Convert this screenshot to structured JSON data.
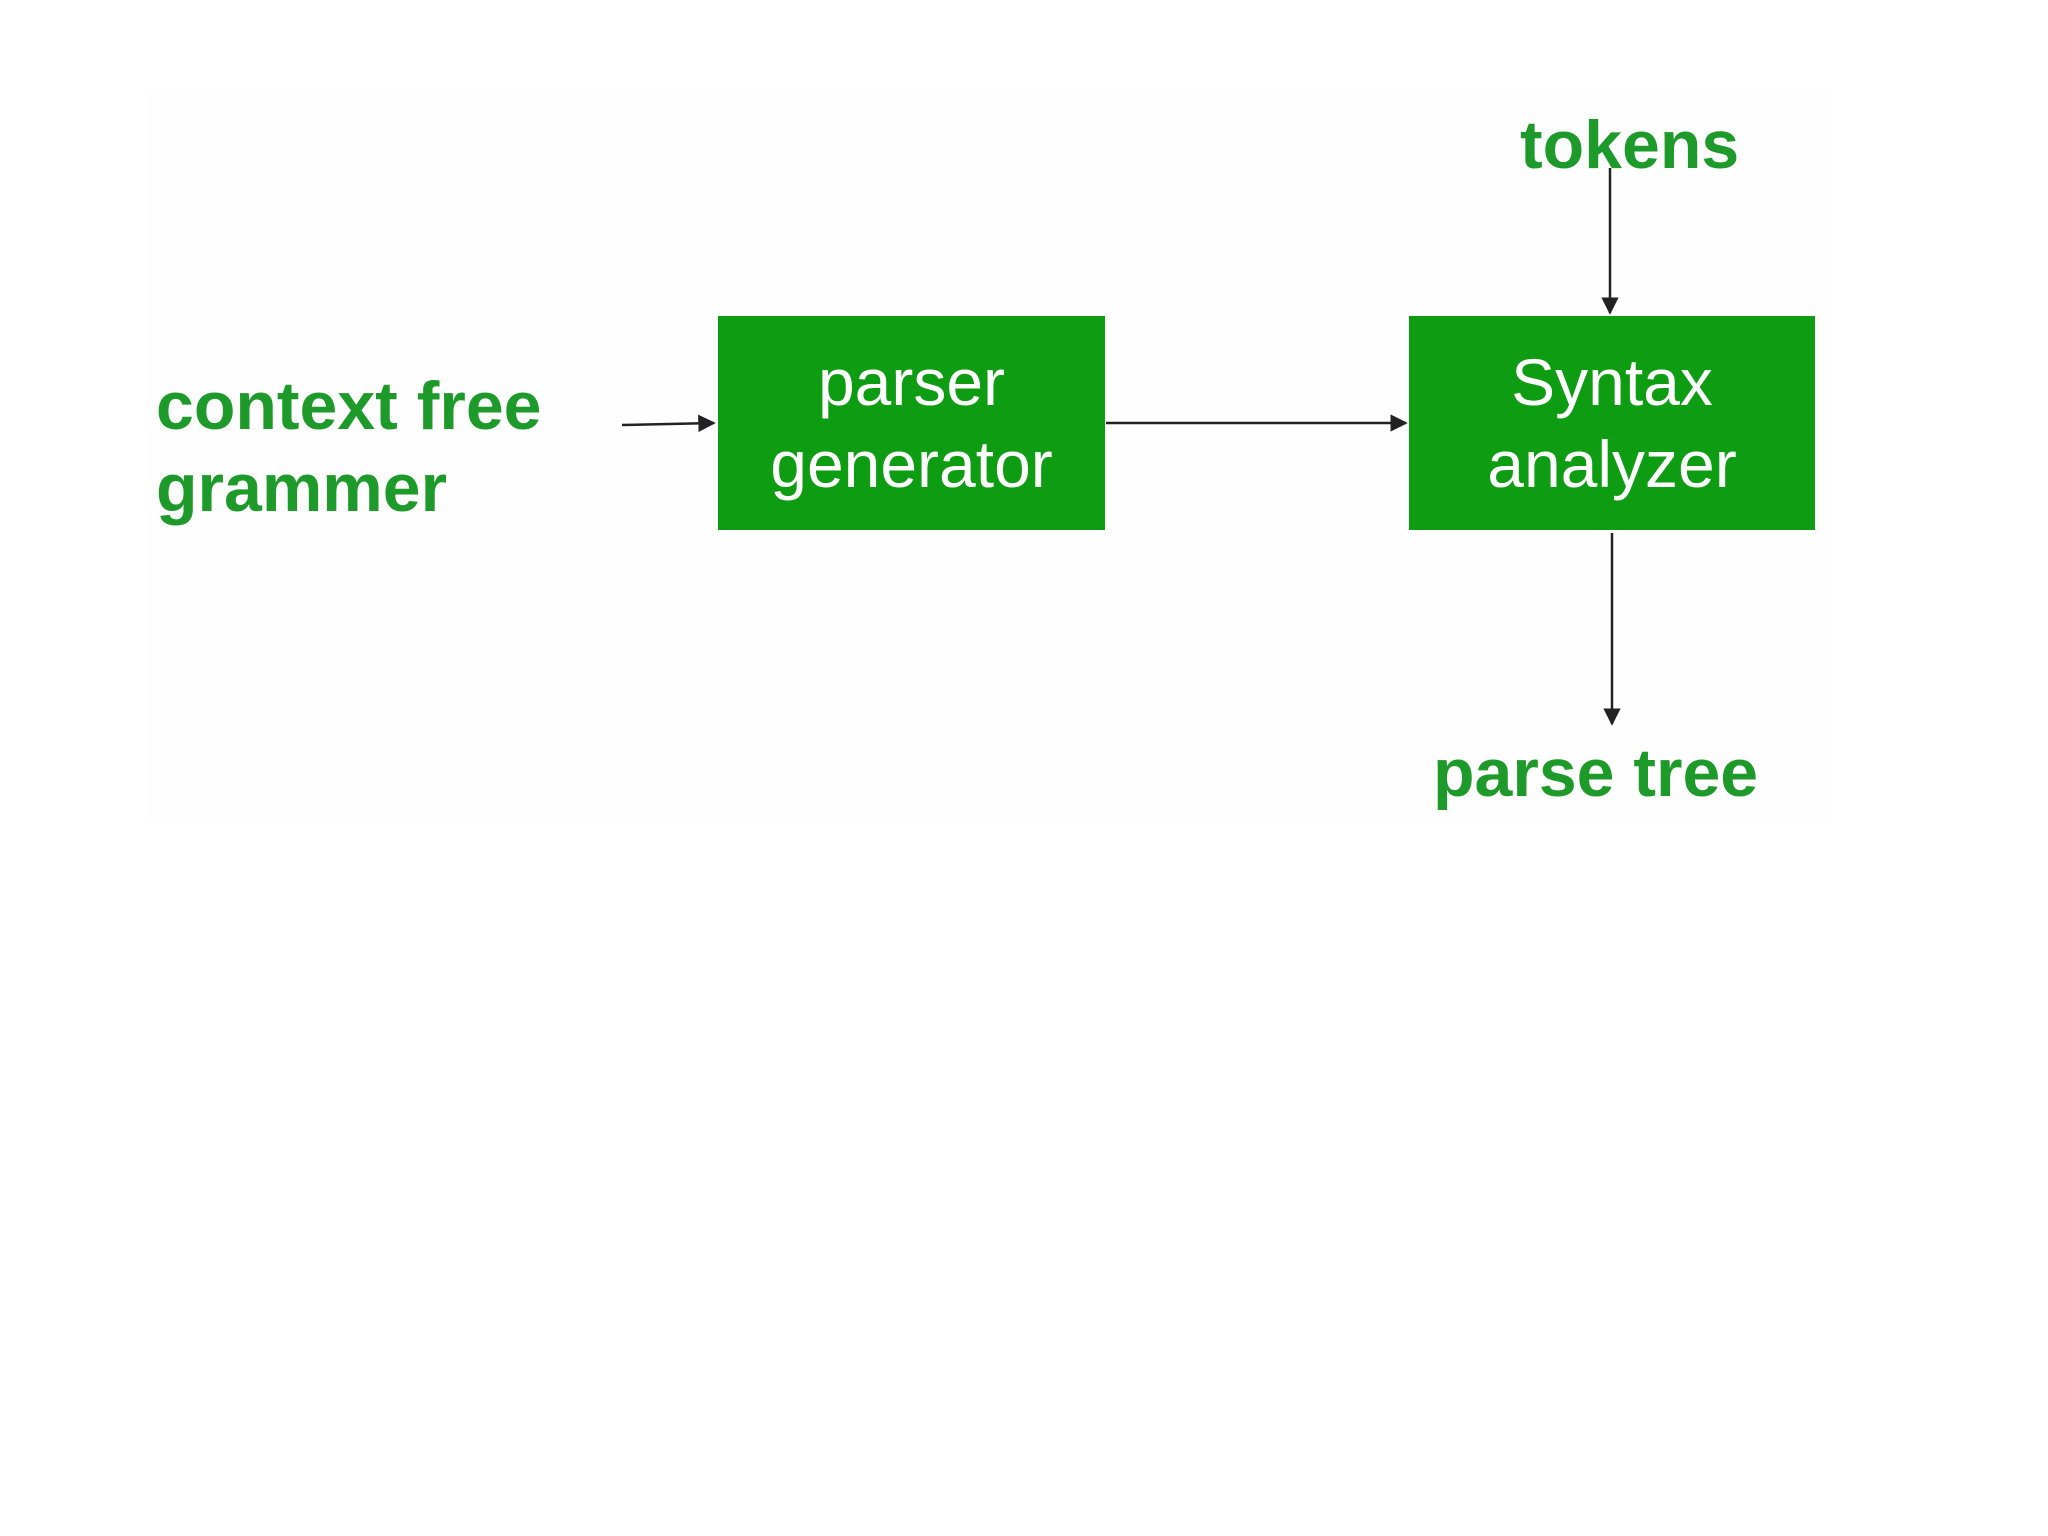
{
  "colors": {
    "green": "#1e9a2a",
    "box_fill": "#0d9c12",
    "box_text": "#ffffff",
    "arrow": "#222222",
    "background": "#ffffff"
  },
  "diagram": {
    "nodes": {
      "input_label": {
        "line1": "context free",
        "line2": "grammer"
      },
      "parser_generator": {
        "line1": "parser",
        "line2": "generator"
      },
      "syntax_analyzer": {
        "line1": "Syntax",
        "line2": "analyzer"
      },
      "tokens_label": {
        "text": "tokens"
      },
      "output_label": {
        "text": "parse tree"
      }
    },
    "edges": [
      {
        "from": "input_label",
        "to": "parser_generator"
      },
      {
        "from": "parser_generator",
        "to": "syntax_analyzer"
      },
      {
        "from": "tokens_label",
        "to": "syntax_analyzer"
      },
      {
        "from": "syntax_analyzer",
        "to": "output_label"
      }
    ]
  }
}
